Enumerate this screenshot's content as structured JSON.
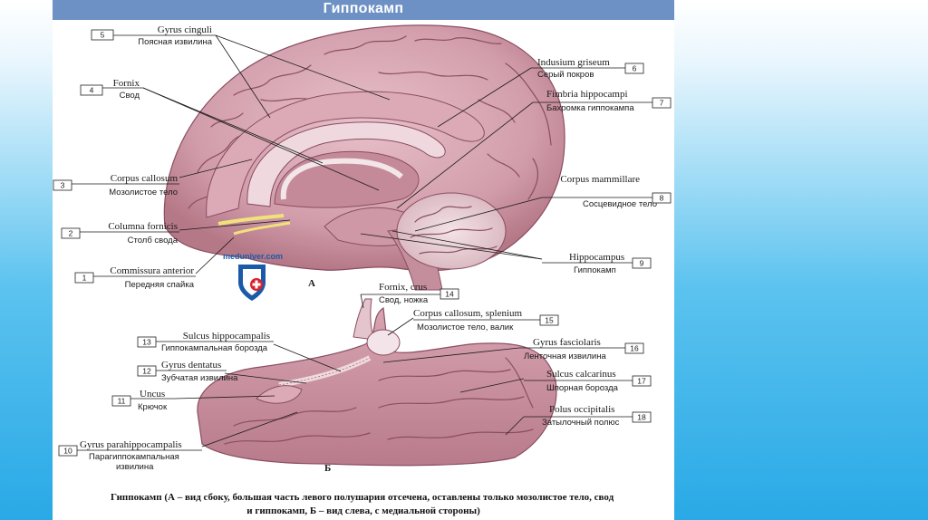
{
  "title": "Гиппокамп",
  "labels": [
    {
      "num": "5",
      "latin": "Gyrus cinguli",
      "russian": "Поясная извилина"
    },
    {
      "num": "4",
      "latin": "Fornix",
      "russian": "Свод"
    },
    {
      "num": "3",
      "latin": "Corpus callosum",
      "russian": "Мозолистое тело"
    },
    {
      "num": "2",
      "latin": "Columna fornicis",
      "russian": "Столб свода"
    },
    {
      "num": "1",
      "latin": "Commissura anterior",
      "russian": "Передняя спайка"
    },
    {
      "num": "6",
      "latin": "Indusium griseum",
      "russian": "Серый покров"
    },
    {
      "num": "7",
      "latin": "Fimbria hippocampi",
      "russian": "Бахромка гиппокампа"
    },
    {
      "num": "8",
      "latin": "Corpus mammillare",
      "russian": "Сосцевидное тело"
    },
    {
      "num": "9",
      "latin": "Hippocampus",
      "russian": "Гиппокамп"
    },
    {
      "num": "14",
      "latin": "Fornix, crus",
      "russian": "Свод, ножка"
    },
    {
      "num": "15",
      "latin": "Corpus callosum, splenium",
      "russian": "Мозолистое тело, валик"
    },
    {
      "num": "13",
      "latin": "Sulcus hippocampalis",
      "russian": "Гиппокампальная борозда"
    },
    {
      "num": "12",
      "latin": "Gyrus dentatus",
      "russian": "Зубчатая извилина"
    },
    {
      "num": "11",
      "latin": "Uncus",
      "russian": "Крючок"
    },
    {
      "num": "10",
      "latin": "Gyrus parahippocampalis",
      "russian": "Парагиппокампальная извилина"
    },
    {
      "num": "16",
      "latin": "Gyrus fasciolaris",
      "russian": "Ленточная извилина"
    },
    {
      "num": "17",
      "latin": "Sulcus calcarinus",
      "russian": "Шпорная борозда"
    },
    {
      "num": "18",
      "latin": "Polus occipitalis",
      "russian": "Затылочный полюс"
    }
  ],
  "figure_a_letter": "А",
  "figure_b_letter": "Б",
  "watermark": "meduniver.com",
  "caption_line1": "Гиппокамп (А – вид сбоку, большая часть левого полушария отсечена, оставлены только мозолистое тело, свод",
  "caption_line2": "и гиппокамп, Б – вид слева, с медиальной стороны)",
  "colors": {
    "title_bar": "#6d91c4",
    "brain": "#d5a3b0",
    "brain_dark": "#8a4e62",
    "background": "#29a9e6"
  }
}
